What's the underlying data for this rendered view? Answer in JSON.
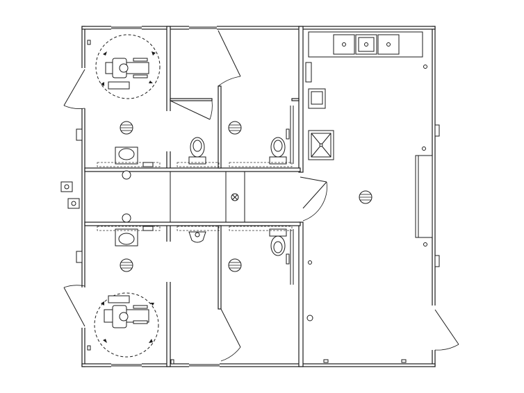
{
  "drawing": {
    "kind": "floor-plan",
    "rooms": [
      {
        "id": "accessible-restroom-top",
        "fixtures": [
          "wheelchair-turning-circle",
          "sink",
          "floor-drain"
        ]
      },
      {
        "id": "accessible-restroom-bottom",
        "fixtures": [
          "wheelchair-turning-circle",
          "sink",
          "floor-drain"
        ]
      },
      {
        "id": "restroom-center-top",
        "fixtures": [
          "toilet",
          "toilet",
          "floor-drain"
        ]
      },
      {
        "id": "restroom-center-bottom",
        "fixtures": [
          "urinal",
          "toilet",
          "floor-drain"
        ]
      },
      {
        "id": "corridor",
        "fixtures": [
          "cleanout"
        ]
      },
      {
        "id": "kitchen",
        "fixtures": [
          "triple-sink",
          "hand-sink",
          "mop-sink",
          "floor-drain",
          "counter"
        ]
      }
    ],
    "colors": {
      "line": "#1a1a1a",
      "background": "#ffffff"
    }
  }
}
